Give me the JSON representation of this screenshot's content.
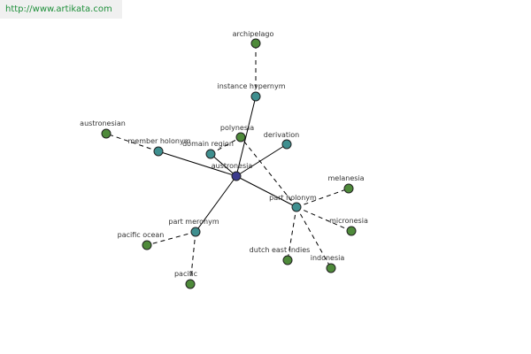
{
  "watermark": "http://www.artikata.com",
  "colors": {
    "center": "#3a3a8c",
    "relation": "#3f8f8f",
    "term": "#4e8a3a"
  },
  "nodes": [
    {
      "id": "austronesia",
      "label": "austronesia",
      "kind": "center"
    },
    {
      "id": "instance-hypernym",
      "label": "instance hypernym",
      "kind": "relation"
    },
    {
      "id": "archipelago",
      "label": "archipelago",
      "kind": "term"
    },
    {
      "id": "member-holonym",
      "label": "member holonym",
      "kind": "relation"
    },
    {
      "id": "austronesian",
      "label": "austronesian",
      "kind": "term"
    },
    {
      "id": "domain-region",
      "label": "domain region",
      "kind": "relation"
    },
    {
      "id": "polynesia",
      "label": "polynesia",
      "kind": "term"
    },
    {
      "id": "derivation",
      "label": "derivation",
      "kind": "relation"
    },
    {
      "id": "part-holonym",
      "label": "part holonym",
      "kind": "relation"
    },
    {
      "id": "melanesia",
      "label": "melanesia",
      "kind": "term"
    },
    {
      "id": "micronesia",
      "label": "micronesia",
      "kind": "term"
    },
    {
      "id": "indonesia",
      "label": "indonesia",
      "kind": "term"
    },
    {
      "id": "dutch-east-indies",
      "label": "dutch east indies",
      "kind": "term"
    },
    {
      "id": "part-meronym",
      "label": "part meronym",
      "kind": "relation"
    },
    {
      "id": "pacific-ocean",
      "label": "pacific ocean",
      "kind": "term"
    },
    {
      "id": "pacific",
      "label": "pacific",
      "kind": "term"
    }
  ],
  "edges": [
    {
      "from": "austronesia",
      "to": "instance-hypernym",
      "style": "solid"
    },
    {
      "from": "instance-hypernym",
      "to": "archipelago",
      "style": "dashed"
    },
    {
      "from": "austronesia",
      "to": "member-holonym",
      "style": "solid"
    },
    {
      "from": "member-holonym",
      "to": "austronesian",
      "style": "dashed"
    },
    {
      "from": "austronesia",
      "to": "domain-region",
      "style": "solid"
    },
    {
      "from": "domain-region",
      "to": "polynesia",
      "style": "dashed"
    },
    {
      "from": "austronesia",
      "to": "derivation",
      "style": "solid"
    },
    {
      "from": "austronesia",
      "to": "part-holonym",
      "style": "solid"
    },
    {
      "from": "part-holonym",
      "to": "polynesia",
      "style": "dashed"
    },
    {
      "from": "part-holonym",
      "to": "melanesia",
      "style": "dashed"
    },
    {
      "from": "part-holonym",
      "to": "micronesia",
      "style": "dashed"
    },
    {
      "from": "part-holonym",
      "to": "indonesia",
      "style": "dashed"
    },
    {
      "from": "part-holonym",
      "to": "dutch-east-indies",
      "style": "dashed"
    },
    {
      "from": "austronesia",
      "to": "part-meronym",
      "style": "solid"
    },
    {
      "from": "part-meronym",
      "to": "pacific-ocean",
      "style": "dashed"
    },
    {
      "from": "part-meronym",
      "to": "pacific",
      "style": "dashed"
    }
  ]
}
